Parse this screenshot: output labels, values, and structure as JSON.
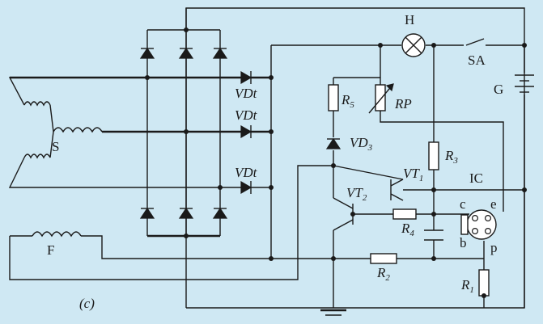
{
  "diagram": {
    "labels": {
      "lamp": "H",
      "switch": "SA",
      "battery": "G",
      "stator": "S",
      "field": "F",
      "diode1": "VDt",
      "diode2": "VDt",
      "diode3": "VDt",
      "r5_main": "R",
      "r5_sub": "5",
      "rp": "RP",
      "vd3_main": "VD",
      "vd3_sub": "3",
      "r3_main": "R",
      "r3_sub": "3",
      "vt1_main": "VT",
      "vt1_sub": "1",
      "vt2_main": "VT",
      "vt2_sub": "2",
      "ic": "IC",
      "pin_c1": "c",
      "pin_e": "e",
      "pin_b": "b",
      "pin_p": "p",
      "r4_main": "R",
      "r4_sub": "4",
      "r2_main": "R",
      "r2_sub": "2",
      "r1_main": "R",
      "r1_sub": "1",
      "caption": "(c)"
    },
    "colors": {
      "background": "#cfe8f3",
      "ink": "#1a1a1a"
    }
  }
}
